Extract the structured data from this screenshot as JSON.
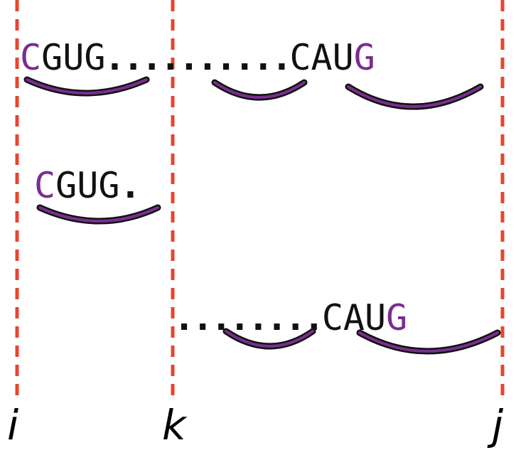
{
  "rows": [
    {
      "first": "C",
      "middle": "GUG",
      "dots": "..........",
      "tail": "CAU",
      "last": "G"
    },
    {
      "first": "C",
      "middle": "GUG",
      "dots": "."
    },
    {
      "dots": "........",
      "tail": "CAU",
      "last": "G"
    }
  ],
  "labels": {
    "i": "i",
    "k": "k",
    "j": "j"
  },
  "colors": {
    "guide": "#e8452f",
    "base_highlight": "#7a2d8f",
    "arc": "#111111"
  }
}
